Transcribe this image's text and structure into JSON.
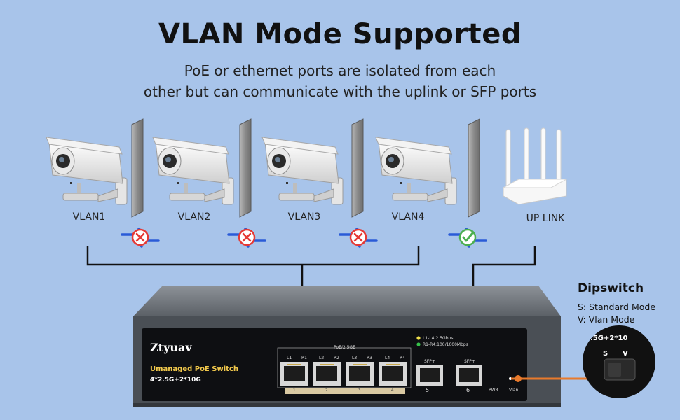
{
  "title": "VLAN Mode Supported",
  "subtitle_line1": "PoE or ethernet ports are isolated from each",
  "subtitle_line2": "other but can communicate with the uplink or SFP ports",
  "devices": [
    {
      "label": "VLAN1",
      "type": "camera"
    },
    {
      "label": "VLAN2",
      "type": "camera"
    },
    {
      "label": "VLAN3",
      "type": "camera"
    },
    {
      "label": "VLAN4",
      "type": "camera"
    },
    {
      "label": "UP LINK",
      "type": "router"
    }
  ],
  "link_status": [
    "blocked-icon",
    "blocked-icon",
    "blocked-icon",
    "allowed-icon"
  ],
  "dipswitch": {
    "title": "Dipswitch",
    "line1": "S: Standard Mode",
    "line2": "V: Vlan Mode",
    "knob_text": ".5G+2*10",
    "s": "S",
    "v": "V"
  },
  "switch": {
    "brand": "Ztyuav",
    "model": "Umanaged PoE Switch",
    "spec": "4*2.5G+2*10G",
    "poe_label": "PoE/2.5GE",
    "legend1": "L1-L4:2.5Gbps",
    "legend2": "R1-R4:100/1000Mbps",
    "port_leds": [
      "L1",
      "R1",
      "L2",
      "R2",
      "L3",
      "R3",
      "L4",
      "R4"
    ],
    "port_numbers": [
      "1",
      "2",
      "3",
      "4"
    ],
    "sfp_label": "SFP+",
    "sfp5": "5",
    "sfp6": "6",
    "pwr": "PWR",
    "vlan": "Vlan"
  },
  "colors": {
    "background": "#a8c4ea",
    "blocked": "#e53935",
    "allowed": "#4caf50",
    "connector": "#e87a2c"
  }
}
